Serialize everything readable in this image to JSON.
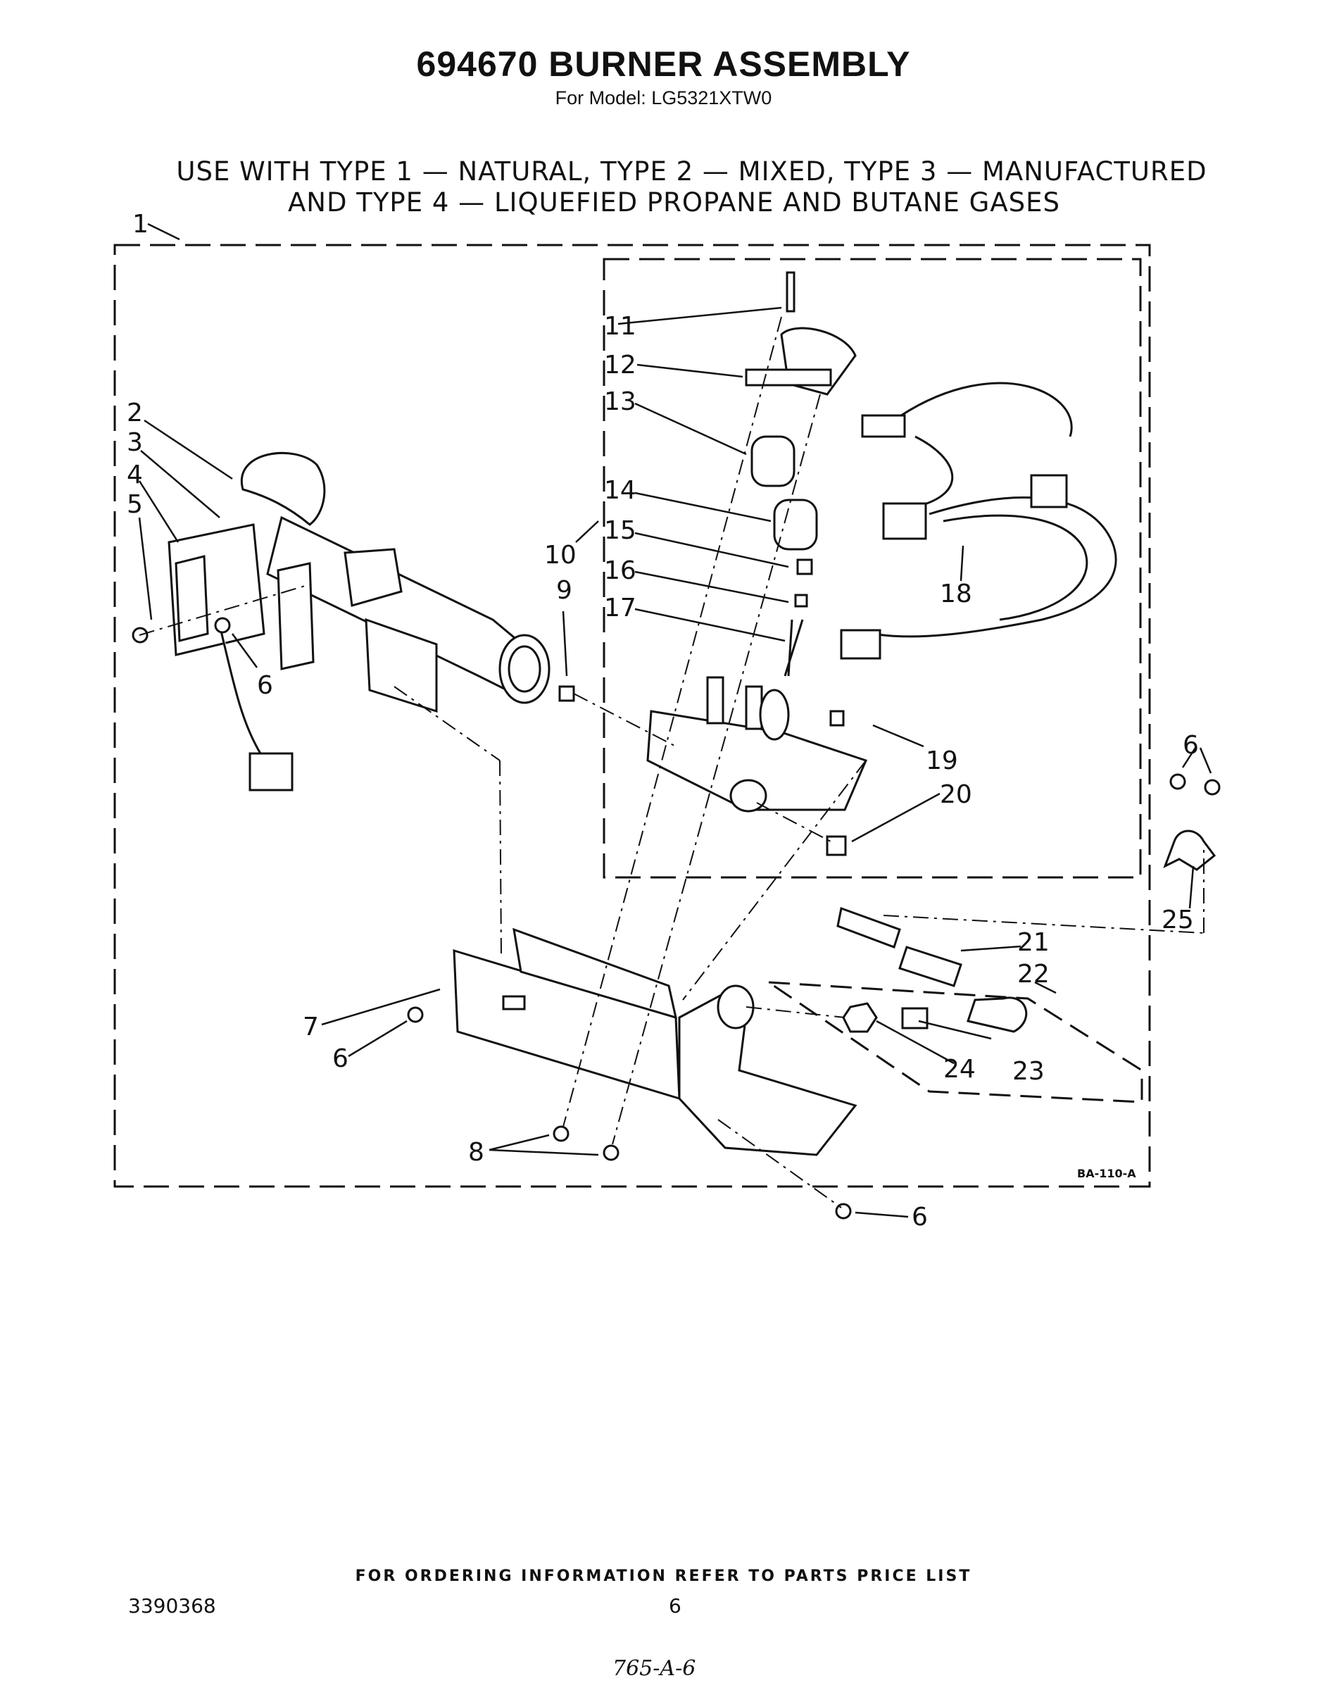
{
  "header": {
    "title": "694670 BURNER ASSEMBLY",
    "subtitle": "For Model: LG5321XTW0",
    "gas_types_line1": "USE WITH TYPE 1 — NATURAL, TYPE 2 — MIXED, TYPE 3 — MANUFACTURED",
    "gas_types_line2": "AND TYPE 4 — LIQUEFIED PROPANE AND BUTANE GASES"
  },
  "diagram": {
    "drawing_code": "BA-110-A",
    "callouts": [
      "1",
      "2",
      "3",
      "4",
      "5",
      "6",
      "6",
      "6",
      "6",
      "7",
      "8",
      "9",
      "10",
      "11",
      "12",
      "13",
      "14",
      "15",
      "16",
      "17",
      "18",
      "19",
      "20",
      "21",
      "22",
      "23",
      "24",
      "25"
    ]
  },
  "footer": {
    "ordering_note": "FOR ORDERING INFORMATION REFER TO PARTS PRICE LIST",
    "document_number": "3390368",
    "page_number": "6",
    "handwritten_note": "765-A-6"
  }
}
